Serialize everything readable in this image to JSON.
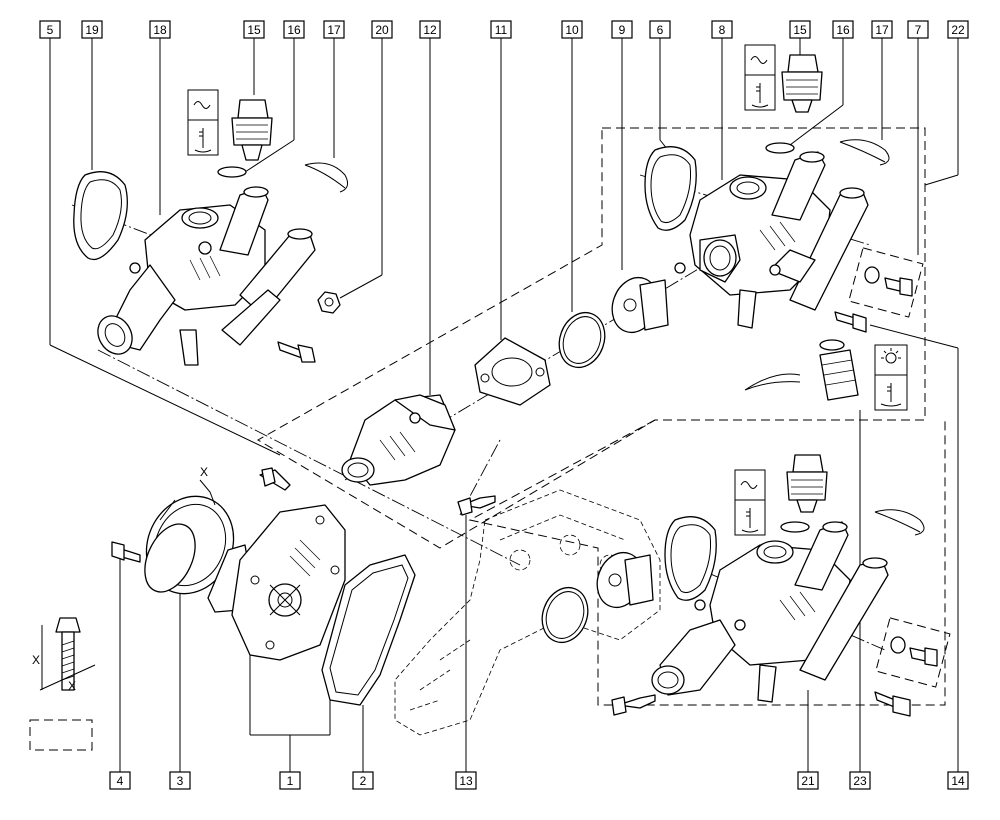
{
  "callouts": [
    {
      "id": "5",
      "label": "5"
    },
    {
      "id": "19",
      "label": "19"
    },
    {
      "id": "18",
      "label": "18"
    },
    {
      "id": "15a",
      "label": "15"
    },
    {
      "id": "16a",
      "label": "16"
    },
    {
      "id": "17a",
      "label": "17"
    },
    {
      "id": "20",
      "label": "20"
    },
    {
      "id": "12",
      "label": "12"
    },
    {
      "id": "11",
      "label": "11"
    },
    {
      "id": "10",
      "label": "10"
    },
    {
      "id": "9",
      "label": "9"
    },
    {
      "id": "6",
      "label": "6"
    },
    {
      "id": "8",
      "label": "8"
    },
    {
      "id": "15b",
      "label": "15"
    },
    {
      "id": "16b",
      "label": "16"
    },
    {
      "id": "17b",
      "label": "17"
    },
    {
      "id": "7",
      "label": "7"
    },
    {
      "id": "22",
      "label": "22"
    },
    {
      "id": "4",
      "label": "4"
    },
    {
      "id": "3",
      "label": "3"
    },
    {
      "id": "1",
      "label": "1"
    },
    {
      "id": "2",
      "label": "2"
    },
    {
      "id": "13",
      "label": "13"
    },
    {
      "id": "21",
      "label": "21"
    },
    {
      "id": "23",
      "label": "23"
    },
    {
      "id": "14",
      "label": "14"
    }
  ],
  "dimension_marks": {
    "x_top": "X",
    "x_left": "X",
    "x_bottom": "X"
  }
}
